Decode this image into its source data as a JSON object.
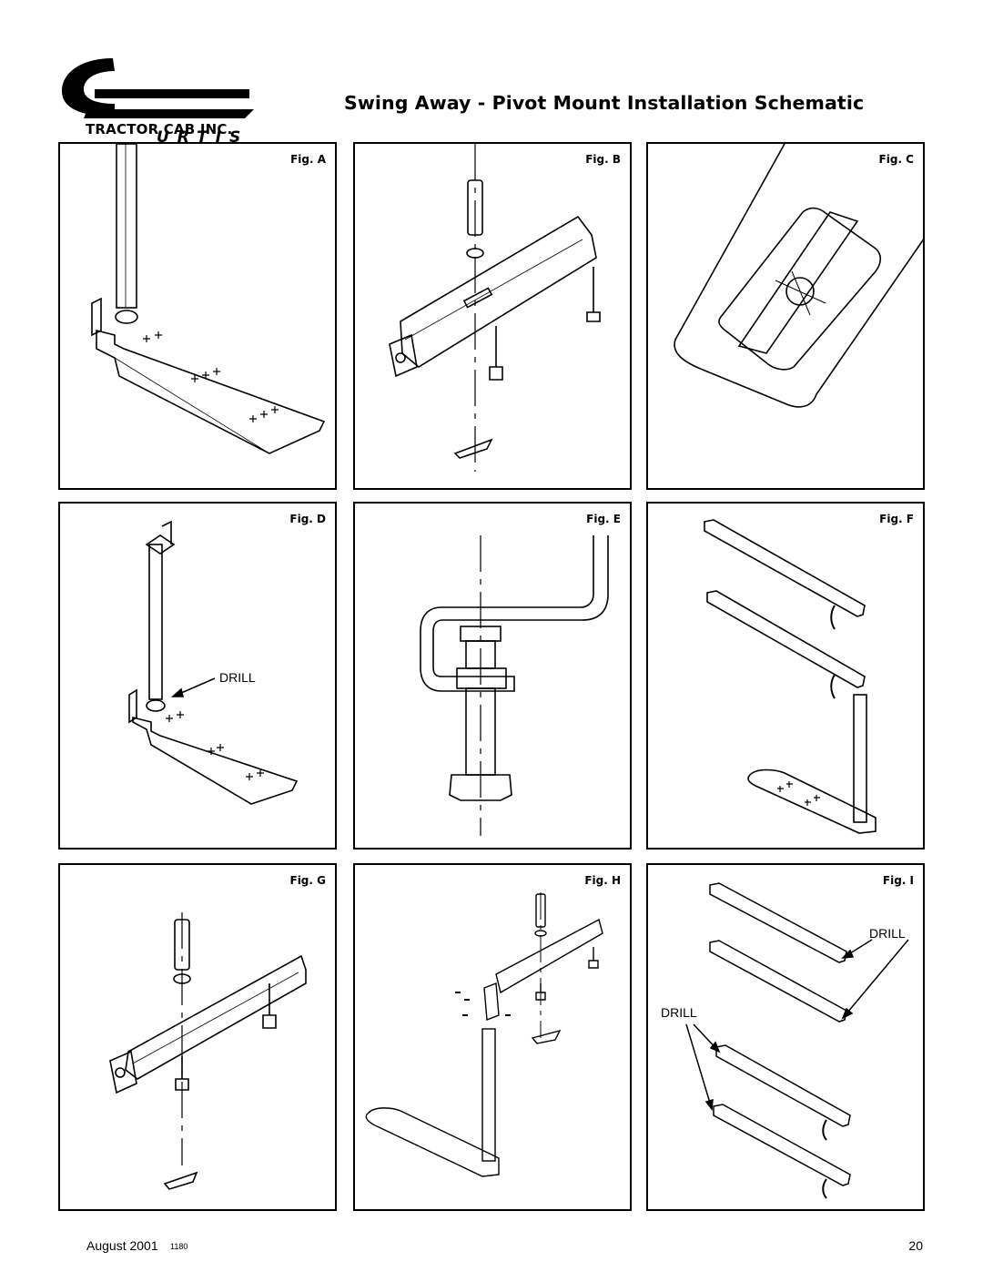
{
  "header": {
    "logo_word": "URTIS",
    "logo_subtitle": "TRACTOR CAB INC.",
    "title": "Swing Away - Pivot Mount Installation Schematic"
  },
  "figures": [
    {
      "label": "Fig. A"
    },
    {
      "label": "Fig. B"
    },
    {
      "label": "Fig. C"
    },
    {
      "label": "Fig. D",
      "callout": "DRILL"
    },
    {
      "label": "Fig. E"
    },
    {
      "label": "Fig. F"
    },
    {
      "label": "Fig. G"
    },
    {
      "label": "Fig. H"
    },
    {
      "label": "Fig. I",
      "callout_top": "DRILL",
      "callout_bottom": "DRILL"
    }
  ],
  "footer": {
    "date": "August 2001",
    "code": "1180",
    "page": "20"
  }
}
